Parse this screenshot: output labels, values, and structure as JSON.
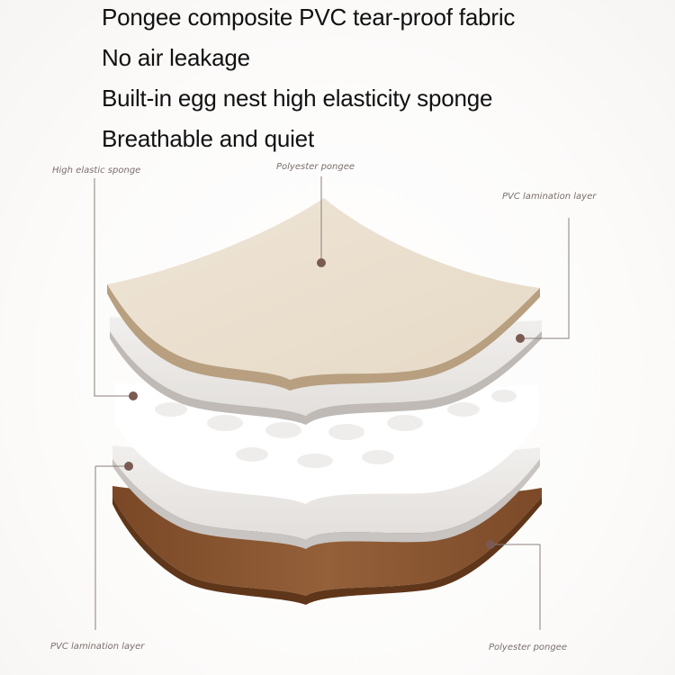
{
  "features": [
    {
      "text": "Pongee composite PVC tear-proof fabric"
    },
    {
      "text": "No air leakage"
    },
    {
      "text": "Built-in egg nest high elasticity sponge"
    },
    {
      "text": "Breathable and quiet"
    }
  ],
  "layers": [
    {
      "name": "Polyester pongee",
      "position": "top",
      "color": "#ebdfcf",
      "edge_color": "#b59d7e"
    },
    {
      "name": "PVC lamination layer",
      "position": "second",
      "color": "#e9e6e4",
      "edge_color": "#b8b3b0"
    },
    {
      "name": "High elastic sponge",
      "position": "middle",
      "color": "#ffffff",
      "edge_color": "#e2e0de"
    },
    {
      "name": "PVC lamination layer",
      "position": "fourth",
      "color": "#ebe8e6",
      "edge_color": "#b8b3b0"
    },
    {
      "name": "Polyester pongee",
      "position": "bottom",
      "color": "#87542e",
      "edge_color": "#6a3f21"
    }
  ],
  "callouts": {
    "top_left": "High elastic sponge",
    "top_center": "Polyester pongee",
    "top_right": "PVC lamination layer",
    "bottom_left": "PVC lamination layer",
    "bottom_right": "Polyester pongee"
  },
  "colors": {
    "marker": "#7a5a52",
    "line": "#8c7f7b",
    "label_text": "#7a6f6c"
  }
}
